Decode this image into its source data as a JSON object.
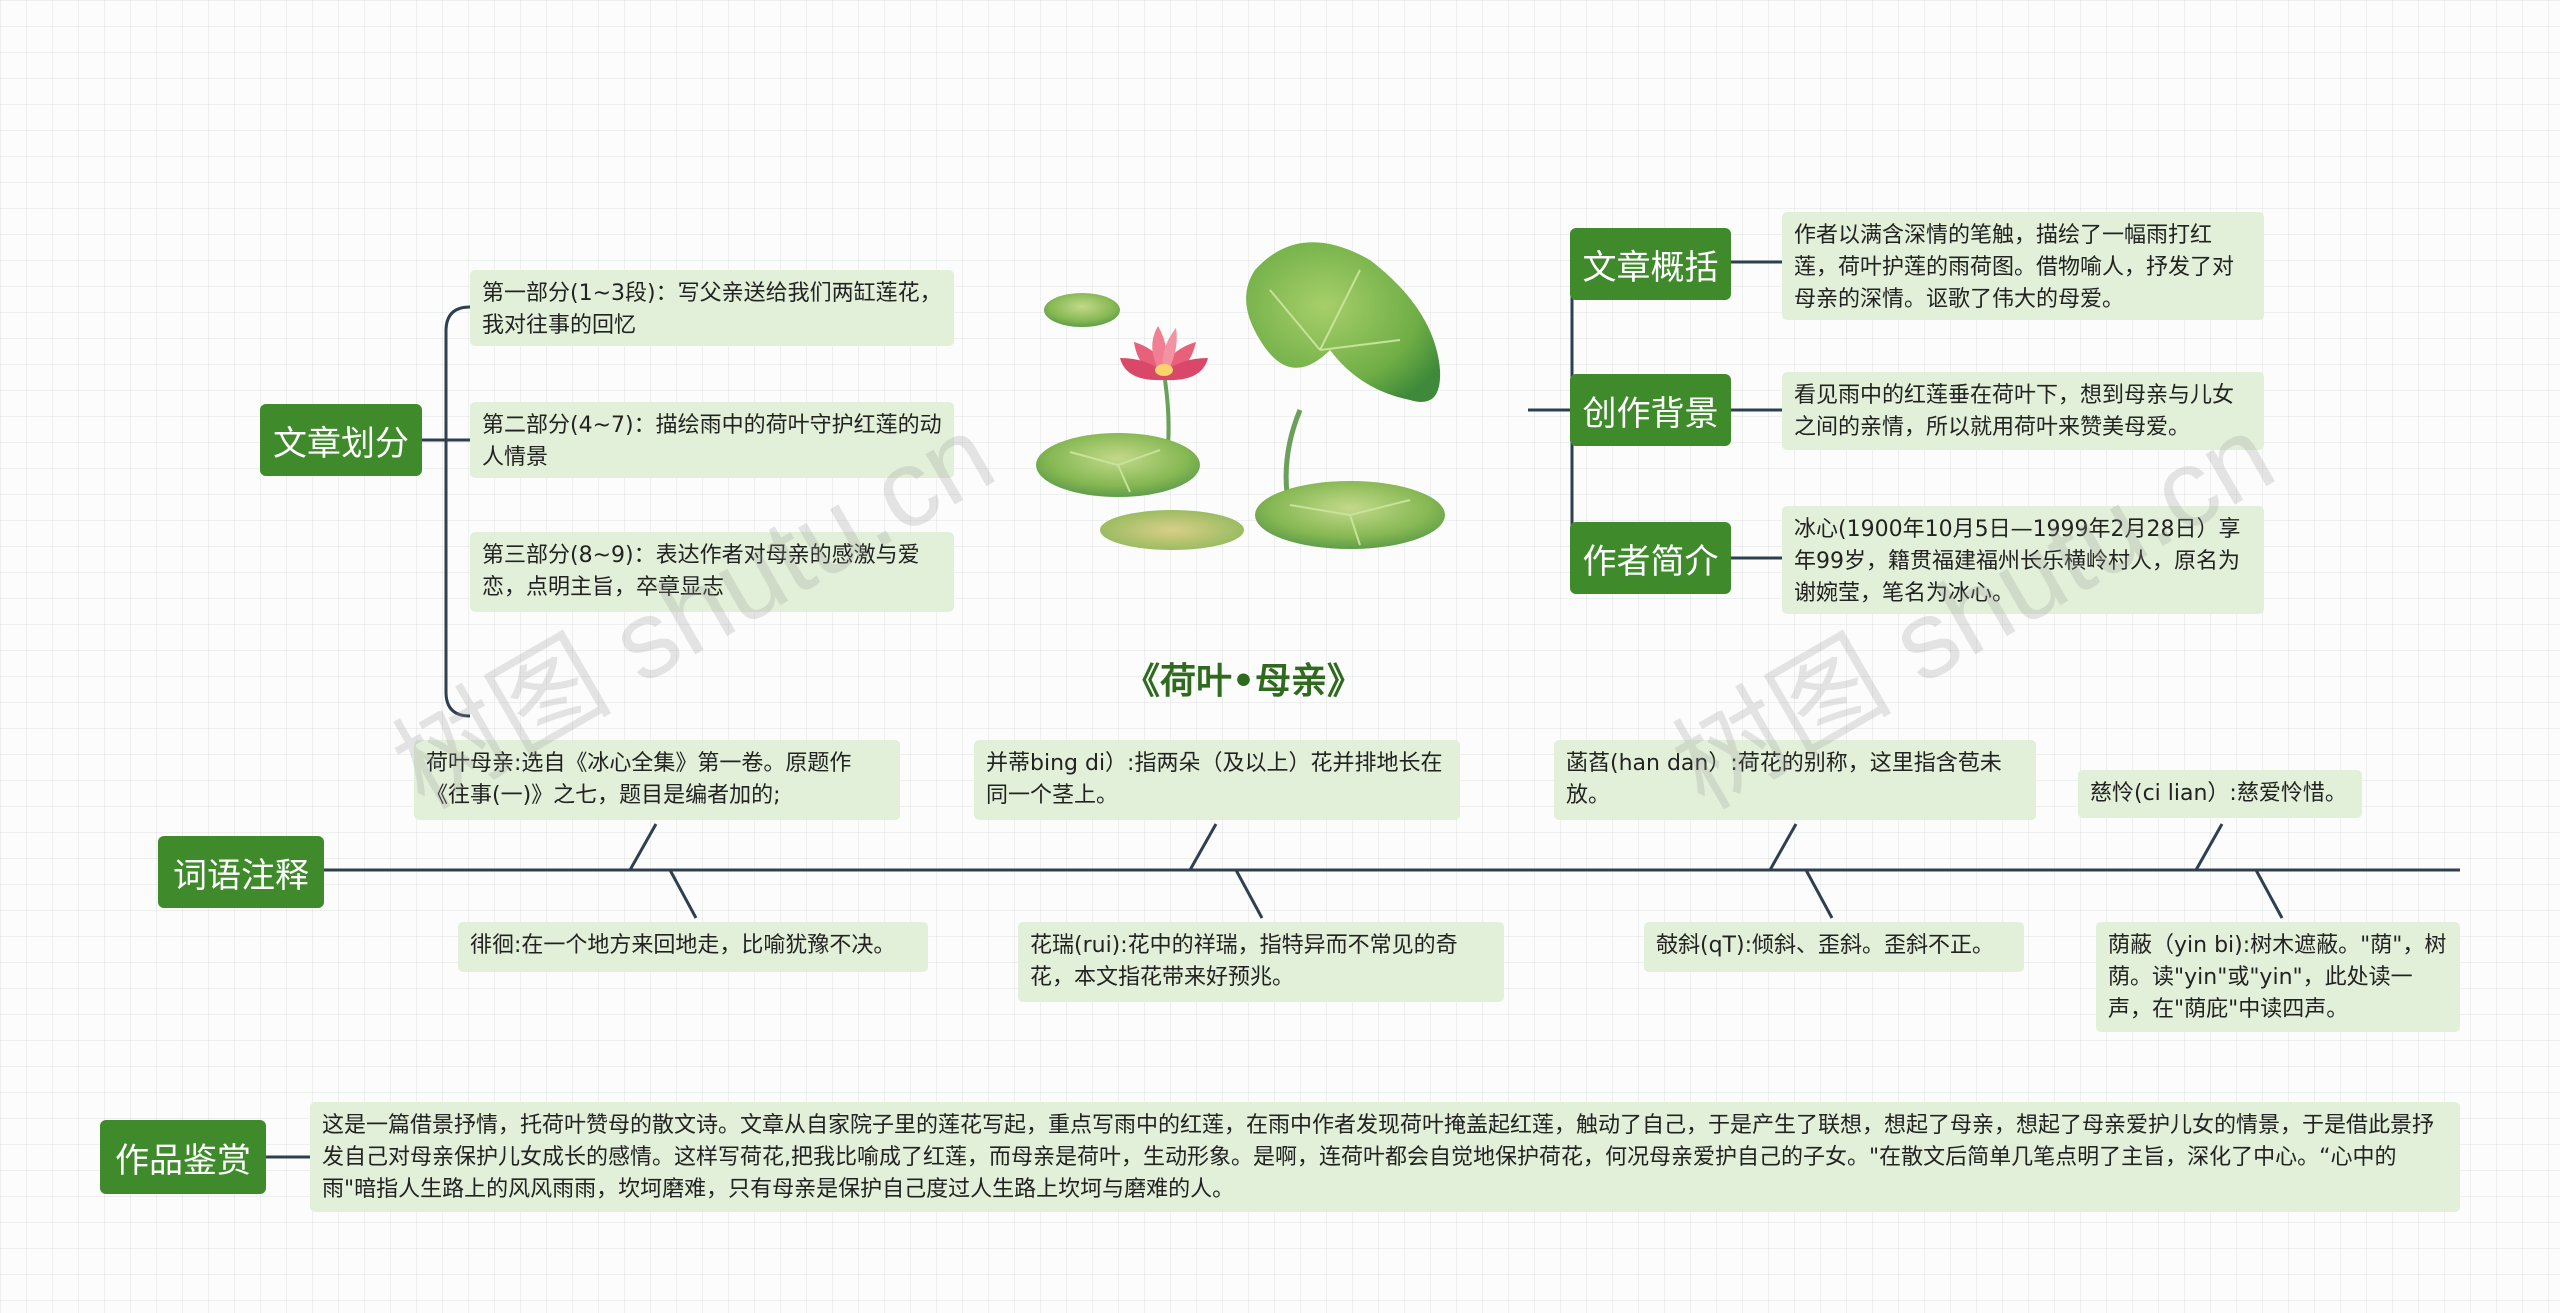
{
  "title": "《荷叶•母亲》",
  "watermark": "树图 shutu.cn",
  "colors": {
    "topic_bg": "#3f8a2b",
    "leaf_bg": "#e2f0d9",
    "line": "#2f3f4f",
    "title": "#2f6a1f"
  },
  "left_branch": {
    "topic": "文章划分",
    "items": [
      "第一部分(1~3段)：写父亲送给我们两缸莲花，我对往事的回忆",
      "第二部分(4~7)：描绘雨中的荷叶守护红莲的动人情景",
      "第三部分(8~9)：表达作者对母亲的感激与爱恋，点明主旨，卒章显志"
    ]
  },
  "right_branch": [
    {
      "topic": "文章概括",
      "text": "作者以满含深情的笔触，描绘了一幅雨打红莲，荷叶护莲的雨荷图。借物喻人，抒发了对母亲的深情。讴歌了伟大的母爱。"
    },
    {
      "topic": "创作背景",
      "text": "看见雨中的红莲垂在荷叶下，想到母亲与儿女之间的亲情，所以就用荷叶来赞美母爱。"
    },
    {
      "topic": "作者简介",
      "text": "冰心(1900年10月5日—1999年2月28日）享年99岁，籍贯福建福州长乐横岭村人，原名为谢婉莹，笔名为冰心。"
    }
  ],
  "glossary": {
    "topic": "词语注释",
    "top_items": [
      "荷叶母亲:选自《冰心全集》第一卷。原题作《往事(一)》之七，题目是编者加的;",
      "并蒂bing di）:指两朵（及以上）花并排地长在同一个茎上。",
      "菡萏(han dan）:荷花的别称，这里指含苞未放。",
      "慈怜(ci lian）:慈爱怜惜。"
    ],
    "bottom_items": [
      "徘徊:在一个地方来回地走，比喻犹豫不决。",
      "花瑞(rui):花中的祥瑞，指特异而不常见的奇花，本文指花带来好预兆。",
      "攲斜(qT):倾斜、歪斜。歪斜不正。",
      "荫蔽（yin bi):树木遮蔽。\"荫\"，树荫。读\"yin\"或\"yin\"，此处读一声，在\"荫庇\"中读四声。"
    ]
  },
  "appreciation": {
    "topic": "作品鉴赏",
    "text": "这是一篇借景抒情，托荷叶赞母的散文诗。文章从自家院子里的莲花写起，重点写雨中的红莲，在雨中作者发现荷叶掩盖起红莲，触动了自己，于是产生了联想，想起了母亲，想起了母亲爱护儿女的情景，于是借此景抒发自己对母亲保护儿女成长的感情。这样写荷花,把我比喻成了红莲，而母亲是荷叶，生动形象。是啊，连荷叶都会自觉地保护荷花，何况母亲爱护自己的子女。\"在散文后简单几笔点明了主旨，深化了中心。“心中的雨\"暗指人生路上的风风雨雨，坎坷磨难，只有母亲是保护自己度过人生路上坎坷与磨难的人。"
  }
}
